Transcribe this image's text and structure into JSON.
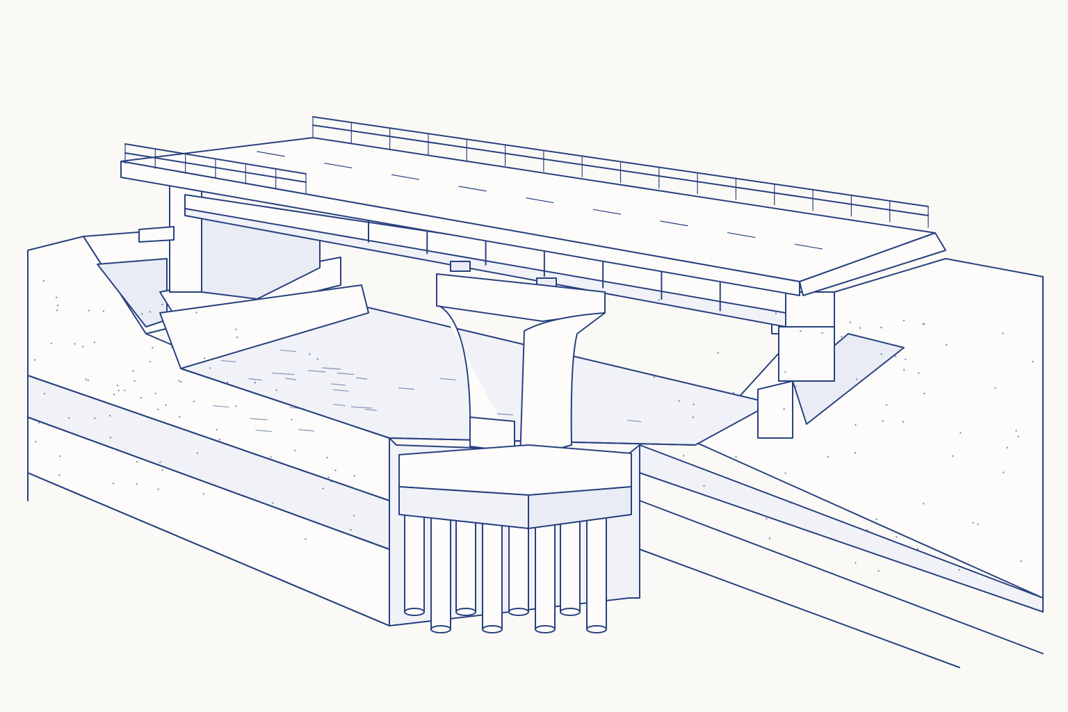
{
  "diagram": {
    "components": [
      {
        "id": "deck",
        "icon": "road-deck"
      },
      {
        "id": "guardrail-near",
        "icon": "railing"
      },
      {
        "id": "guardrail-far",
        "icon": "railing"
      },
      {
        "id": "box-girder",
        "icon": "girder-cells"
      },
      {
        "id": "bearings",
        "icon": "bearing-pads"
      },
      {
        "id": "pier",
        "icon": "column"
      },
      {
        "id": "pile-cap",
        "icon": "footing"
      },
      {
        "id": "piles",
        "icon": "pile-group",
        "count": 8
      },
      {
        "id": "abutment-left",
        "icon": "abutment"
      },
      {
        "id": "abutment-right",
        "icon": "abutment"
      },
      {
        "id": "riprap",
        "icon": "stone-fill"
      },
      {
        "id": "river",
        "icon": "water"
      },
      {
        "id": "soil-layers",
        "icon": "strata",
        "count": 3
      }
    ],
    "colors": {
      "line": "#27407f",
      "paper": "#fbf9f6",
      "shade": "#e9ecf5"
    }
  }
}
